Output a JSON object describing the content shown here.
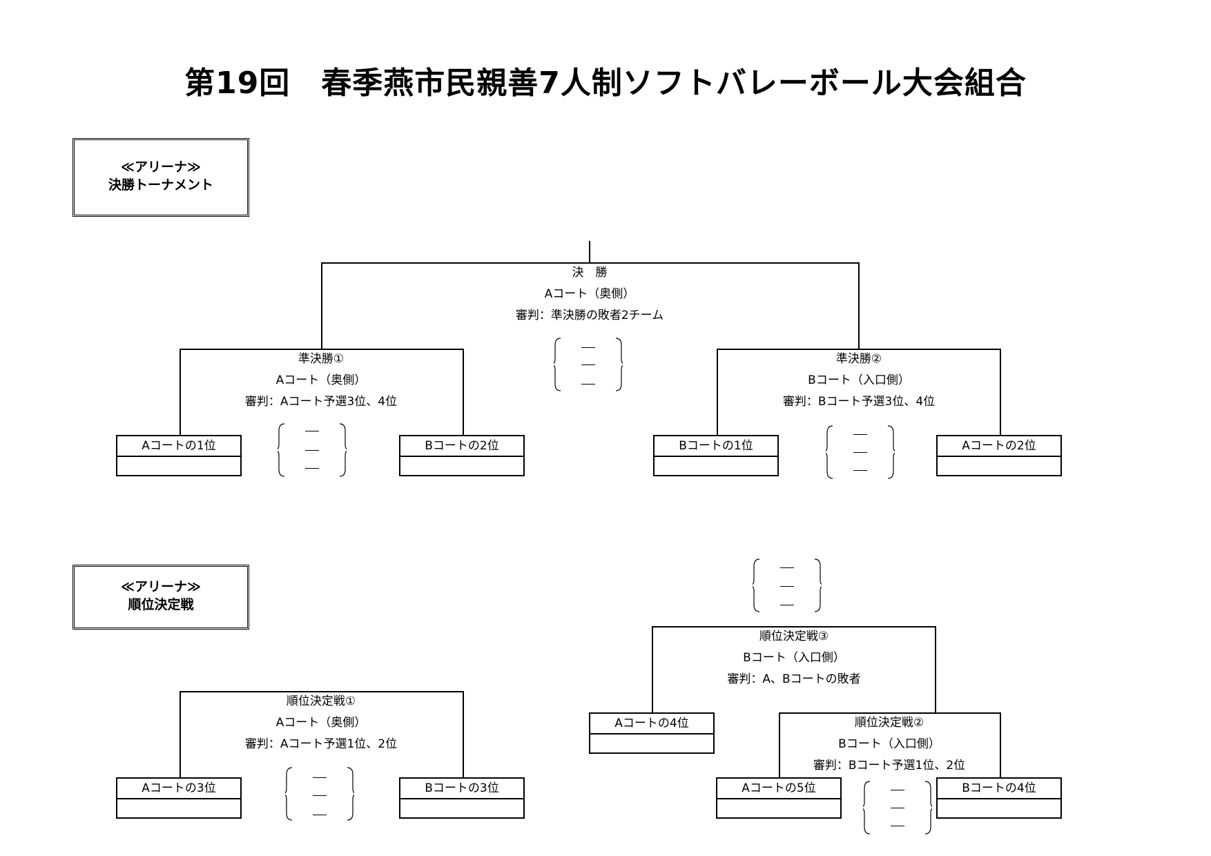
{
  "title": "第19回　春季燕市民親善7人制ソフトバレーボール大会組合",
  "sections": {
    "final": {
      "line1": "≪アリーナ≫",
      "line2": "決勝トーナメント"
    },
    "placement": {
      "line1": "≪アリーナ≫",
      "line2": "順位決定戦"
    }
  },
  "matches": {
    "final": {
      "name": "決　勝",
      "court": "Aコート（奥側）",
      "referee": "審判：準決勝の敗者2チーム"
    },
    "semi1": {
      "name": "準決勝①",
      "court": "Aコート（奥側）",
      "referee": "審判：Aコート予選3位、4位"
    },
    "semi2": {
      "name": "準決勝②",
      "court": "Bコート（入口側）",
      "referee": "審判：Bコート予選3位、4位"
    },
    "place1": {
      "name": "順位決定戦①",
      "court": "Aコート（奥側）",
      "referee": "審判：Aコート予選1位、2位"
    },
    "place2": {
      "name": "順位決定戦②",
      "court": "Bコート（入口側）",
      "referee": "審判：Bコート予選1位、2位"
    },
    "place3": {
      "name": "順位決定戦③",
      "court": "Bコート（入口側）",
      "referee": "審判：A、Bコートの敗者"
    }
  },
  "teams": {
    "a1": "Aコートの1位",
    "b2": "Bコートの2位",
    "b1": "Bコートの1位",
    "a2": "Aコートの2位",
    "a3": "Aコートの3位",
    "b3": "Bコートの3位",
    "a4": "Aコートの4位",
    "a5": "Aコートの5位",
    "b4": "Bコートの4位"
  }
}
